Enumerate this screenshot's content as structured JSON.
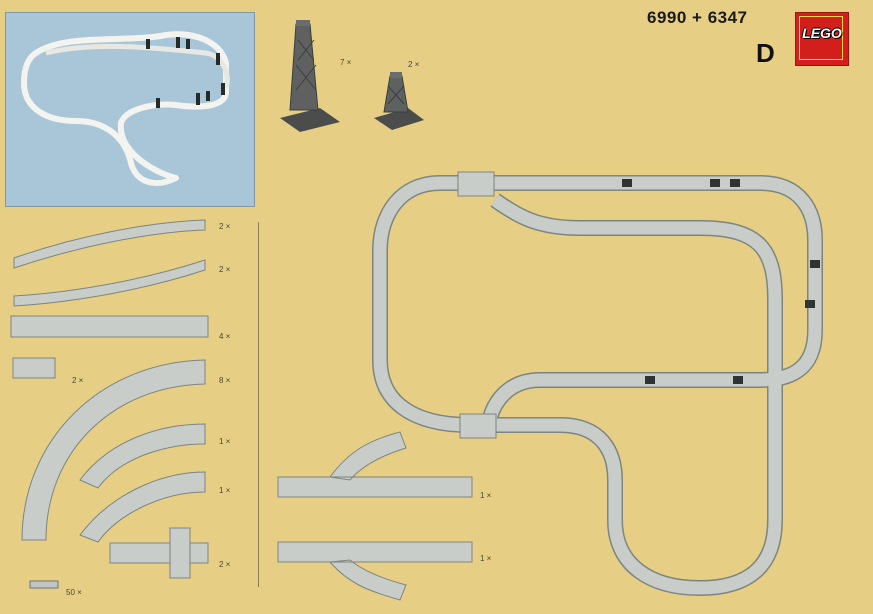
{
  "header": {
    "set_numbers": "6990 + 6347",
    "page_letter": "D",
    "logo_text": "LEGO"
  },
  "parts": {
    "tall_pillar_qty": "7 ×",
    "short_pillar_qty": "2 ×",
    "curved_ramp_up_qty": "2 ×",
    "curved_ramp_down_qty": "2 ×",
    "long_straight_qty": "4 ×",
    "short_straight_qty": "2 ×",
    "large_curve_qty": "8 ×",
    "curve_right_qty": "1 ×",
    "curve_left_qty": "1 ×",
    "junction_piece_qty": "2 ×",
    "switch_left_qty": "1 ×",
    "switch_right_qty": "1 ×",
    "tiles_qty": "50 ×"
  },
  "colors": {
    "background": "#e6cf84",
    "track": "#c7ccc9",
    "track_edge": "#7d8580",
    "pillar": "#5b5e5d",
    "logo": "#d21f1b",
    "photo_bg": "#a9c6d8"
  }
}
